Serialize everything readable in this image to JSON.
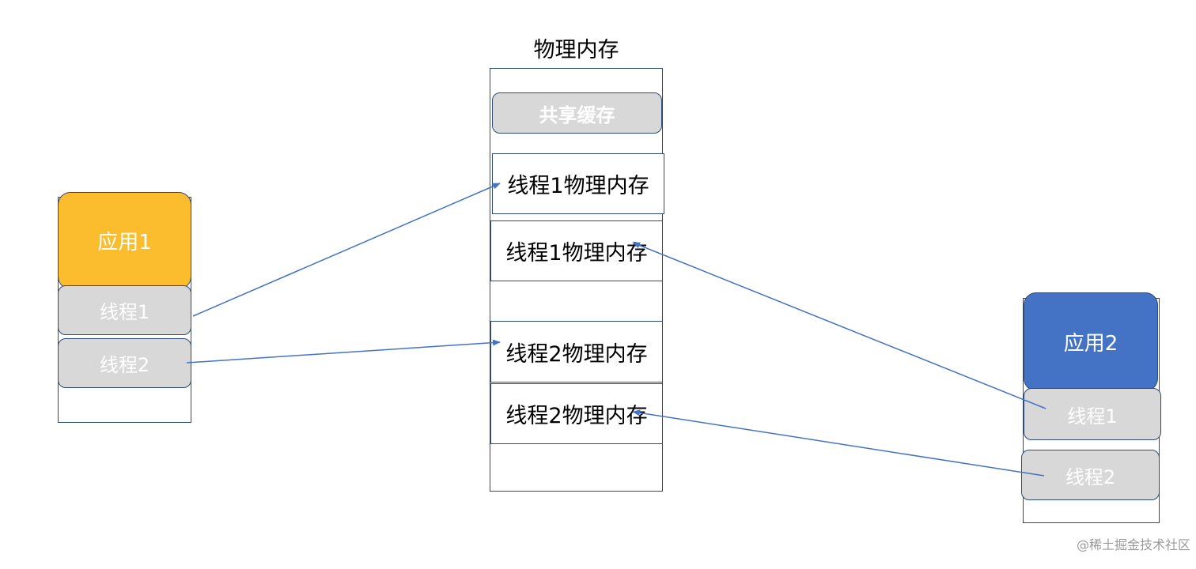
{
  "physical_memory": {
    "title": "物理内存",
    "shared_cache": "共享缓存",
    "blocks": {
      "app1_thread1": "线程1物理内存",
      "app2_thread1": "线程1物理内存",
      "app1_thread2": "线程2物理内存",
      "app2_thread2": "线程2物理内存"
    }
  },
  "app1": {
    "title": "应用1",
    "color": "#fbbd2d",
    "threads": [
      "线程1",
      "线程2"
    ]
  },
  "app2": {
    "title": "应用2",
    "color": "#4472c4",
    "threads": [
      "线程1",
      "线程2"
    ]
  },
  "colors": {
    "border": "#2e4a7a",
    "thread_fill": "#d8d8d8",
    "arrow": "#4472c4"
  },
  "watermark": "@稀土掘金技术社区"
}
